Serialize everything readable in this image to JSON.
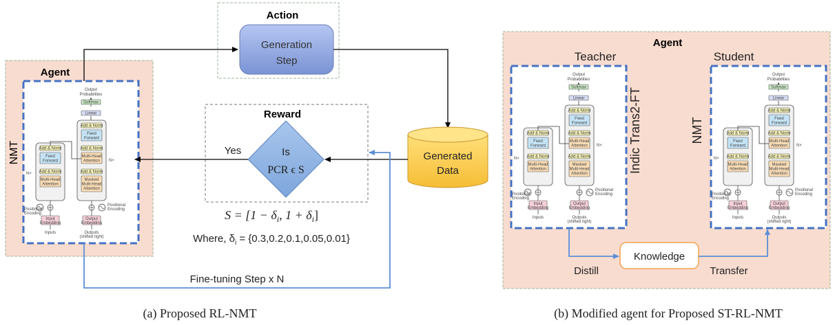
{
  "left": {
    "agent_label": "Agent",
    "nmt_label": "NMT",
    "action_label": "Action",
    "generation_step": [
      "Generation",
      "Step"
    ],
    "reward_label": "Reward",
    "decision_lines": [
      "Is",
      "PCR ϵ S"
    ],
    "yes_label": "Yes",
    "generated_data": [
      "Generated",
      "Data"
    ],
    "set_formula": "S = [1 − δ",
    "set_formula_sub1": "i",
    "set_formula_mid": ", 1 + δ",
    "set_formula_sub2": "i",
    "set_formula_end": "]",
    "where_prefix": "Where, δ",
    "where_sub": "i",
    "where_values": " = {0.3,0.2,0.1,0.05,0.01}",
    "finetune_label": "Fine-tuning Step x N",
    "caption": "(a) Proposed RL-NMT"
  },
  "right": {
    "agent_label": "Agent",
    "teacher_label": "Teacher",
    "student_label": "Student",
    "teacher_model": "Indic Trans2-FT",
    "student_model": "NMT",
    "knowledge_label": "Knowledge",
    "distill_label": "Distill",
    "transfer_label": "Transfer",
    "caption": "(b) Modified agent for Proposed ST-RL-NMT"
  },
  "transformer": {
    "output_probabilities": [
      "Output",
      "Probabilities"
    ],
    "softmax": "Softmax",
    "linear": "Linear",
    "add_norm": "Add & Norm",
    "feed_forward": [
      "Feed",
      "Forward"
    ],
    "multi_head": [
      "Multi-Head",
      "Attention"
    ],
    "masked_multi_head": [
      "Masked",
      "Multi-Head",
      "Attention"
    ],
    "nx": "N×",
    "positional_encoding": [
      "Positional",
      "Encoding"
    ],
    "input_embedding": [
      "Input",
      "Embedding"
    ],
    "output_embedding": [
      "Output",
      "Embedding"
    ],
    "inputs": "Inputs",
    "outputs": [
      "Outputs",
      "(shifted right)"
    ]
  },
  "colors": {
    "agent_fill": "#f8dccf",
    "agent_border": "#9fb59c",
    "dashed_blue": "#4472c4",
    "generation_fill_top": "#a9bdf0",
    "generation_fill_bottom": "#7f98d9",
    "diamond_fill": "#8fb4e3",
    "cylinder_fill": "#ffd15a",
    "arrow_blue": "#5b8fd6",
    "knowledge_border": "#f2a04d"
  }
}
